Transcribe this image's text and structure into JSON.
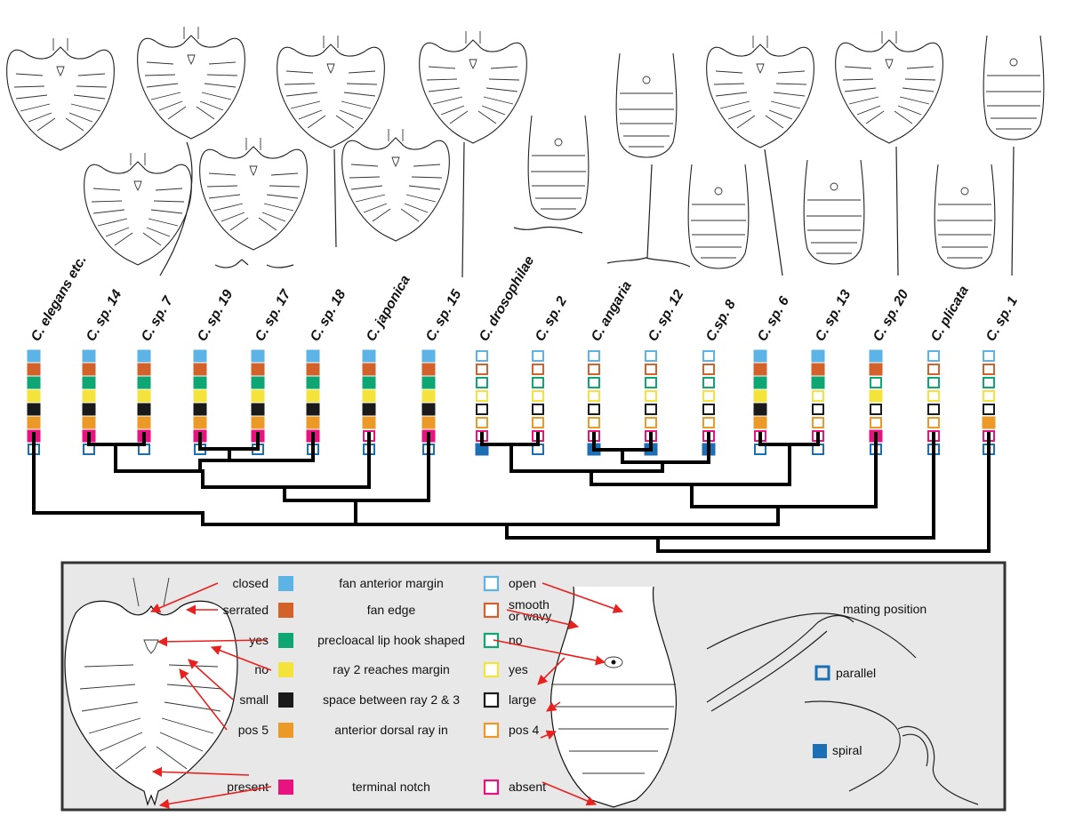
{
  "taxa": [
    {
      "label": "C. elegans etc.",
      "states": [
        "f",
        "f",
        "f",
        "f",
        "f",
        "f",
        "f",
        "o"
      ]
    },
    {
      "label": "C. sp. 14",
      "states": [
        "f",
        "f",
        "f",
        "f",
        "f",
        "f",
        "f",
        "o"
      ]
    },
    {
      "label": "C. sp. 7",
      "states": [
        "f",
        "f",
        "f",
        "f",
        "f",
        "f",
        "f",
        "o"
      ]
    },
    {
      "label": "C. sp. 19",
      "states": [
        "f",
        "f",
        "f",
        "f",
        "f",
        "f",
        "f",
        "o"
      ]
    },
    {
      "label": "C. sp. 17",
      "states": [
        "f",
        "f",
        "f",
        "f",
        "f",
        "f",
        "f",
        "o"
      ]
    },
    {
      "label": "C. sp. 18",
      "states": [
        "f",
        "f",
        "f",
        "f",
        "f",
        "f",
        "f",
        "o"
      ]
    },
    {
      "label": "C. japonica",
      "states": [
        "f",
        "f",
        "f",
        "f",
        "f",
        "f",
        "o",
        "o"
      ]
    },
    {
      "label": "C. sp. 15",
      "states": [
        "f",
        "f",
        "f",
        "f",
        "f",
        "f",
        "f",
        "o"
      ]
    },
    {
      "label": "C. drosophilae",
      "states": [
        "o",
        "o",
        "o",
        "o",
        "o",
        "o",
        "o",
        "f"
      ]
    },
    {
      "label": "C. sp. 2",
      "states": [
        "o",
        "o",
        "o",
        "o",
        "o",
        "o",
        "o",
        "o"
      ]
    },
    {
      "label": "C. angaria",
      "states": [
        "o",
        "o",
        "o",
        "o",
        "o",
        "o",
        "o",
        "f"
      ]
    },
    {
      "label": "C. sp. 12",
      "states": [
        "o",
        "o",
        "o",
        "o",
        "o",
        "o",
        "o",
        "f"
      ]
    },
    {
      "label": "C.sp. 8",
      "states": [
        "o",
        "o",
        "o",
        "o",
        "o",
        "o",
        "o",
        "f"
      ]
    },
    {
      "label": "C. sp. 6",
      "states": [
        "f",
        "f",
        "f",
        "f",
        "f",
        "f",
        "o",
        "o"
      ]
    },
    {
      "label": "C. sp. 13",
      "states": [
        "f",
        "f",
        "f",
        "o",
        "o",
        "o",
        "o",
        "o"
      ]
    },
    {
      "label": "C. sp. 20",
      "states": [
        "f",
        "f",
        "o",
        "f",
        "o",
        "o",
        "f",
        "o"
      ]
    },
    {
      "label": "C. plicata",
      "states": [
        "o",
        "o",
        "o",
        "o",
        "o",
        "o",
        "o",
        "o"
      ]
    },
    {
      "label": "C. sp. 1",
      "states": [
        "o",
        "o",
        "o",
        "o",
        "o",
        "f",
        "o",
        "o"
      ]
    }
  ],
  "traits": [
    {
      "name": "fan anterior margin",
      "filled": "closed",
      "open": "open",
      "color": "#5bb4e5"
    },
    {
      "name": "fan edge",
      "filled": "serrated",
      "open": "smooth or wavy",
      "color": "#d2622a"
    },
    {
      "name": "precloacal lip hook shaped",
      "filled": "yes",
      "open": "no",
      "color": "#0ea672"
    },
    {
      "name": "ray 2 reaches margin",
      "filled": "no",
      "open": "yes",
      "color": "#f4e33b"
    },
    {
      "name": "space between ray 2 & 3",
      "filled": "small",
      "open": "large",
      "color": "#1a1a1a"
    },
    {
      "name": "anterior dorsal ray in",
      "filled": "pos 5",
      "open": "pos 4",
      "color": "#eb9a27"
    },
    {
      "name": "terminal notch",
      "filled": "present",
      "open": "absent",
      "color": "#e8137f"
    }
  ],
  "mating": {
    "title": "mating position",
    "color": "#1a6fb5",
    "parallel": "parallel",
    "spiral": "spiral"
  },
  "open_label_line1": "smooth",
  "open_label_line2": "or wavy"
}
